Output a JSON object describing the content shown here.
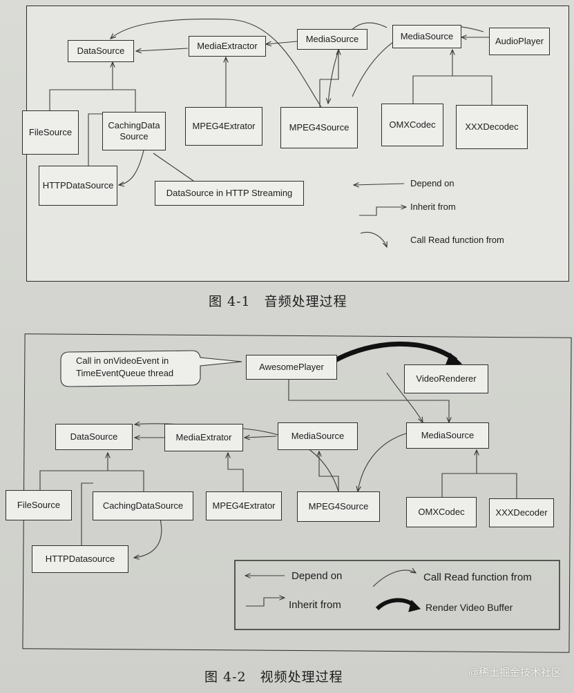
{
  "figure1": {
    "caption": "图 4-1　音频处理过程",
    "boxes": {
      "datasource": "DataSource",
      "mediaextractor": "MediaExtractor",
      "mediasource_a": "MediaSource",
      "mediasource_b": "MediaSource",
      "audioplayer": "AudioPlayer",
      "filesource": "FileSource",
      "cachingdatasource": "CachingData\nSource",
      "mpeg4extrator": "MPEG4Extrator",
      "mpeg4source": "MPEG4Source",
      "omxcodec": "OMXCodec",
      "xxxdecodec": "XXXDecodec",
      "httpdatasource": "HTTPDataSource"
    },
    "callout": "DataSource in HTTP Streaming",
    "legend": {
      "depend_on": "Depend on",
      "inherit_from": "Inherit from",
      "call_read": "Call Read function from"
    }
  },
  "figure2": {
    "caption": "图 4-2　视频处理过程",
    "callout": "Call in onVideoEvent in\nTimeEventQueue thread",
    "boxes": {
      "awesomeplayer": "AwesomePlayer",
      "videorenderer": "VideoRenderer",
      "datasource": "DataSource",
      "mediaextrator": "MediaExtrator",
      "mediasource_a": "MediaSource",
      "mediasource_b": "MediaSource",
      "filesource": "FileSource",
      "cachingdatasource": "CachingDataSource",
      "mpeg4extrator": "MPEG4Extrator",
      "mpeg4source": "MPEG4Source",
      "omxcodec": "OMXCodec",
      "xxxdecoder": "XXXDecoder",
      "httpdatasource": "HTTPDatasource"
    },
    "legend": {
      "depend_on": "Depend on",
      "inherit_from": "Inherit from",
      "call_read": "Call Read function from",
      "render": "Render Video Buffer"
    }
  },
  "watermark": "@稀土掘金技术社区"
}
